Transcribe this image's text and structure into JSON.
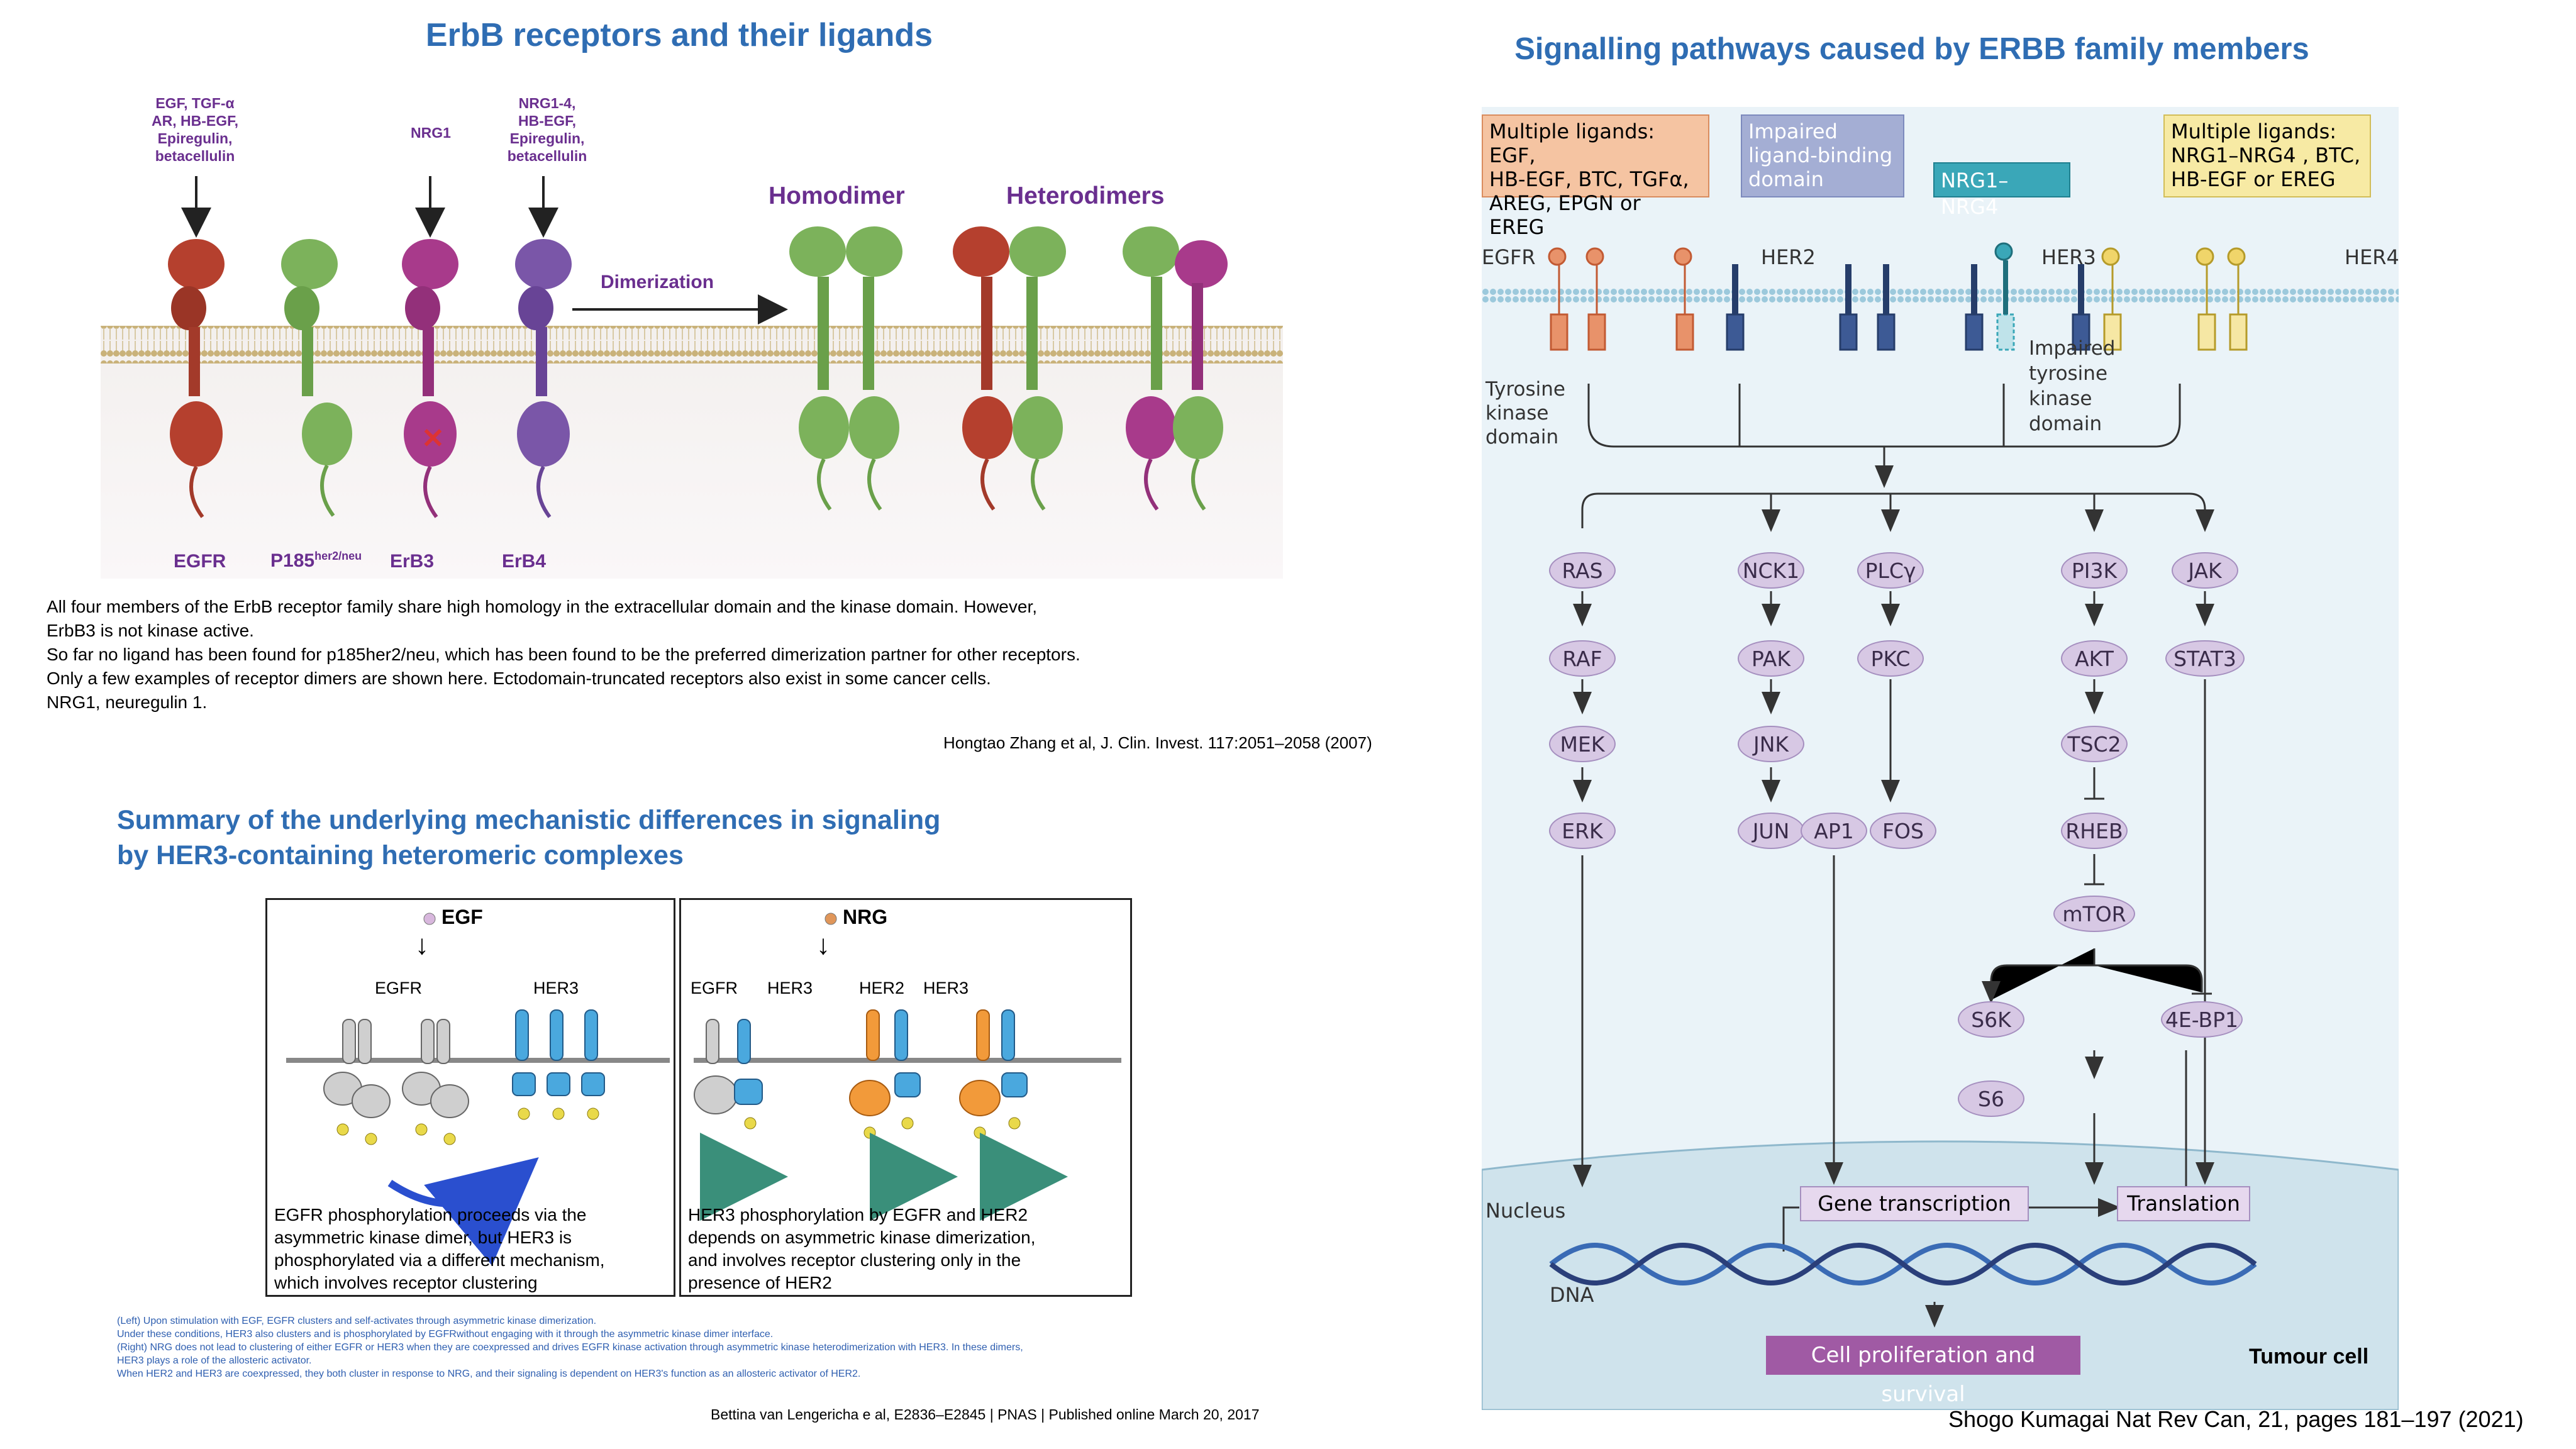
{
  "panel1": {
    "title": "ErbB receptors and their ligands",
    "ligands": {
      "egfr": [
        "EGF, TGF-α",
        "AR, HB-EGF,",
        "Epiregulin,",
        "betacellulin"
      ],
      "erb3": [
        "NRG1"
      ],
      "erb4": [
        "NRG1-4,",
        "HB-EGF,",
        "Epiregulin,",
        "betacellulin"
      ]
    },
    "dimerization_label": "Dimerization",
    "homodimer_label": "Homodimer",
    "heterodimers_label": "Heterodimers",
    "receptor_labels": [
      "EGFR",
      "P185",
      "her2/neu",
      "ErB3",
      "ErB4"
    ],
    "caption_lines": [
      "All four members of the ErbB receptor family share high homology in the extracellular domain and the kinase domain. However,",
      "ErbB3 is not kinase active.",
      "So far no ligand has been found for p185her2/neu, which has been found to be the preferred dimerization partner for other receptors.",
      "Only a few examples of receptor dimers are shown here. Ectodomain-truncated receptors also exist in some cancer cells.",
      "NRG1, neuregulin 1."
    ],
    "citation": "Hongtao Zhang et al, J. Clin. Invest. 117:2051–2058 (2007)"
  },
  "panel2": {
    "title_line1": "Summary of the underlying mechanistic differences in signaling",
    "title_line2": "by HER3-containing heteromeric complexes",
    "left_box": {
      "ligand": "EGF",
      "labels": [
        "EGFR",
        "HER3"
      ],
      "text": [
        "EGFR phosphorylation proceeds via the",
        "asymmetric kinase dimer, but HER3 is",
        "phosphorylated via a different mechanism,",
        "which involves receptor clustering"
      ]
    },
    "right_box": {
      "ligand": "NRG",
      "labels": [
        "EGFR",
        "HER3",
        "HER2",
        "HER3"
      ],
      "text": [
        "HER3 phosphorylation by EGFR and HER2",
        "depends on asymmetric kinase dimerization,",
        "and involves receptor clustering only in the",
        "presence of HER2"
      ]
    },
    "notes": [
      "(Left) Upon stimulation with EGF, EGFR clusters and self-activates through asymmetric kinase dimerization.",
      "Under these conditions, HER3 also clusters and is phosphorylated by EGFRwithout engaging with it through the asymmetric kinase dimer interface.",
      "(Right) NRG does not lead to clustering of either EGFR or HER3 when they are coexpressed and drives EGFR kinase activation through asymmetric kinase heterodimerization with HER3. In these dimers,",
      "HER3 plays a role of the allosteric activator.",
      "When HER2 and HER3 are coexpressed, they both cluster in response to NRG, and their signaling is dependent on HER3's function as an allosteric activator of HER2."
    ],
    "citation": "Bettina van Lengericha e al, E2836–E2845 | PNAS | Published online March 20, 2017"
  },
  "panel3": {
    "title": "Signalling pathways caused by ERBB family members",
    "box_egfr_ligands": [
      "Multiple ligands: EGF,",
      "HB-EGF, BTC, TGFα,",
      "AREG, EPGN or EREG"
    ],
    "box_her2": [
      "Impaired",
      "ligand-binding",
      "domain"
    ],
    "box_her3": "NRG1–NRG4",
    "box_her4_ligands": [
      "Multiple ligands:",
      "NRG1–NRG4 , BTC,",
      "HB-EGF or EREG"
    ],
    "receptor_labels": [
      "EGFR",
      "HER2",
      "HER3",
      "HER4"
    ],
    "tk_label": [
      "Tyrosine",
      "kinase",
      "domain"
    ],
    "impaired_tk_label": [
      "Impaired",
      "tyrosine",
      "kinase",
      "domain"
    ],
    "nodes": {
      "ras": "RAS",
      "raf": "RAF",
      "mek": "MEK",
      "erk": "ERK",
      "nck1": "NCK1",
      "pak": "PAK",
      "jnk": "JNK",
      "jun": "JUN",
      "ap1": "AP1",
      "plcg": "PLCγ",
      "pkc": "PKC",
      "fos": "FOS",
      "pi3k": "PI3K",
      "akt": "AKT",
      "tsc2": "TSC2",
      "rheb": "RHEB",
      "mtor": "mTOR",
      "s6k": "S6K",
      "s6": "S6",
      "4ebp1": "4E-BP1",
      "jak": "JAK",
      "stat3": "STAT3"
    },
    "nucleus_label": "Nucleus",
    "gene_transcription": "Gene transcription",
    "translation": "Translation",
    "dna_label": "DNA",
    "outcome": "Cell proliferation and survival",
    "cell_label": "Tumour cell",
    "colors": {
      "egfr": "#e8926a",
      "her2": "#3d5a95",
      "her3": "#3aa7b8",
      "her4": "#f0d56a",
      "node": "#d7c8e4",
      "outcome": "#a05aa4"
    },
    "citation": "Shogo Kumagai Nat Rev Can, 21, pages 181–197 (2021)"
  }
}
